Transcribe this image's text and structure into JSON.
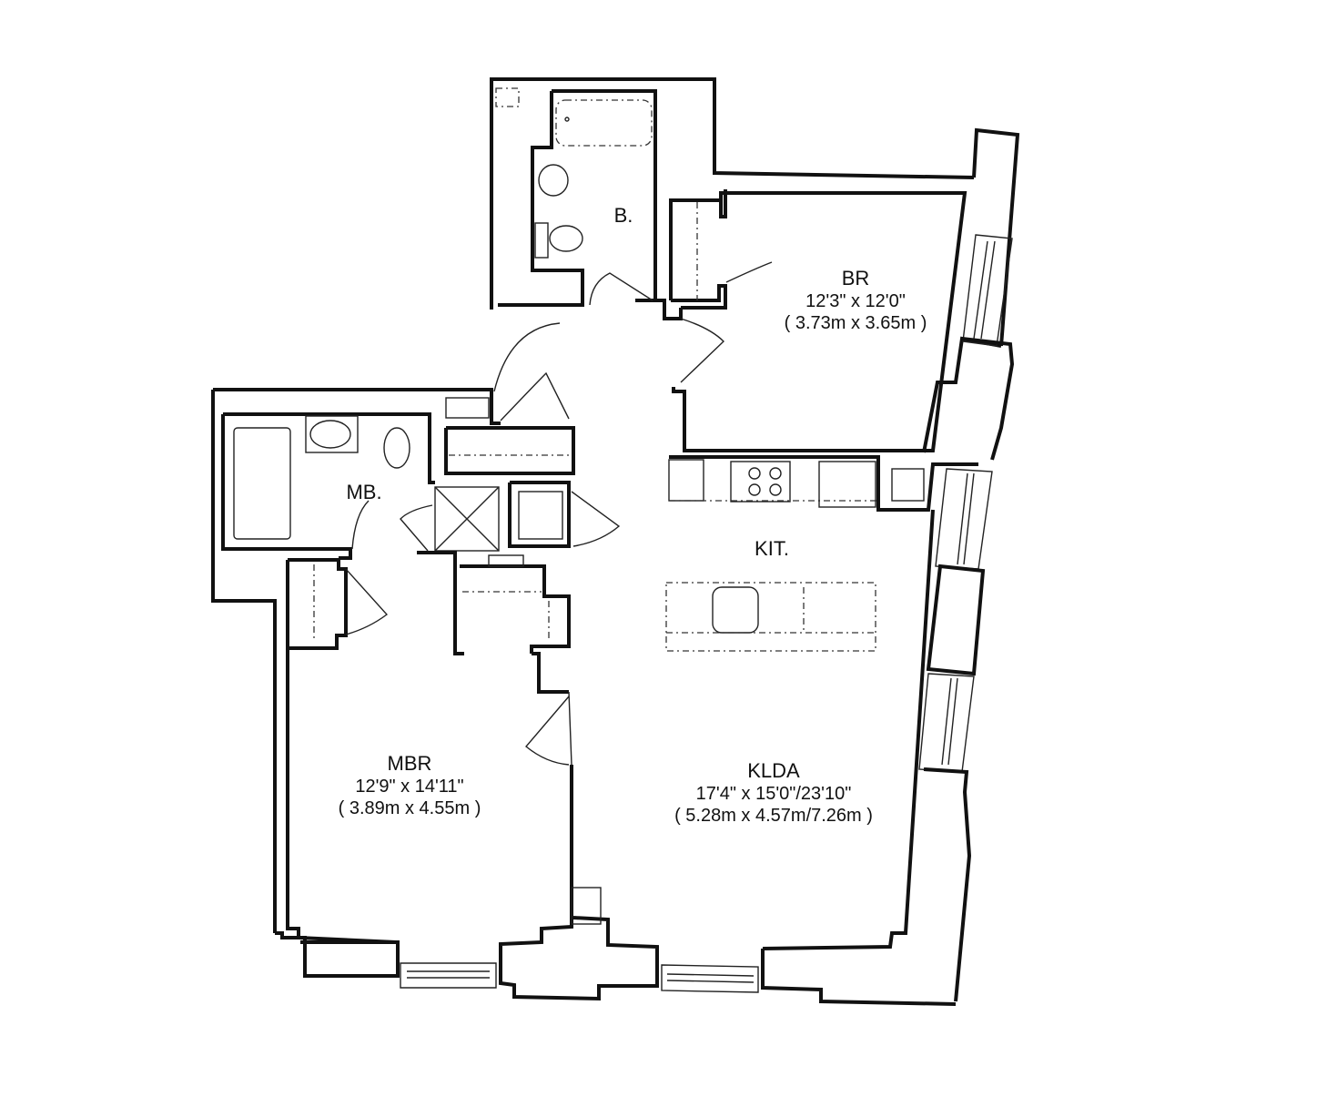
{
  "floorplan": {
    "rooms": [
      {
        "id": "br",
        "name": "BR",
        "dim_imperial": "12'3\" x 12'0\"",
        "dim_metric": "( 3.73m x 3.65m )"
      },
      {
        "id": "b",
        "name": "B."
      },
      {
        "id": "mb",
        "name": "MB."
      },
      {
        "id": "kit",
        "name": "KIT."
      },
      {
        "id": "mbr",
        "name": "MBR",
        "dim_imperial": "12'9\" x 14'11\"",
        "dim_metric": "( 3.89m x 4.55m )"
      },
      {
        "id": "klda",
        "name": "KLDA",
        "dim_imperial": "17'4\" x 15'0\"/23'10\"",
        "dim_metric": "( 5.28m x 4.57m/7.26m )"
      }
    ],
    "fixtures": [
      "bathtub-icon",
      "sink-icon",
      "toilet-icon",
      "stove-icon",
      "kitchen-sink-icon",
      "washer-dryer-icon",
      "window-icon",
      "closet-icon",
      "door-swing-icon"
    ],
    "line_color": "#111111",
    "background": "#ffffff"
  }
}
